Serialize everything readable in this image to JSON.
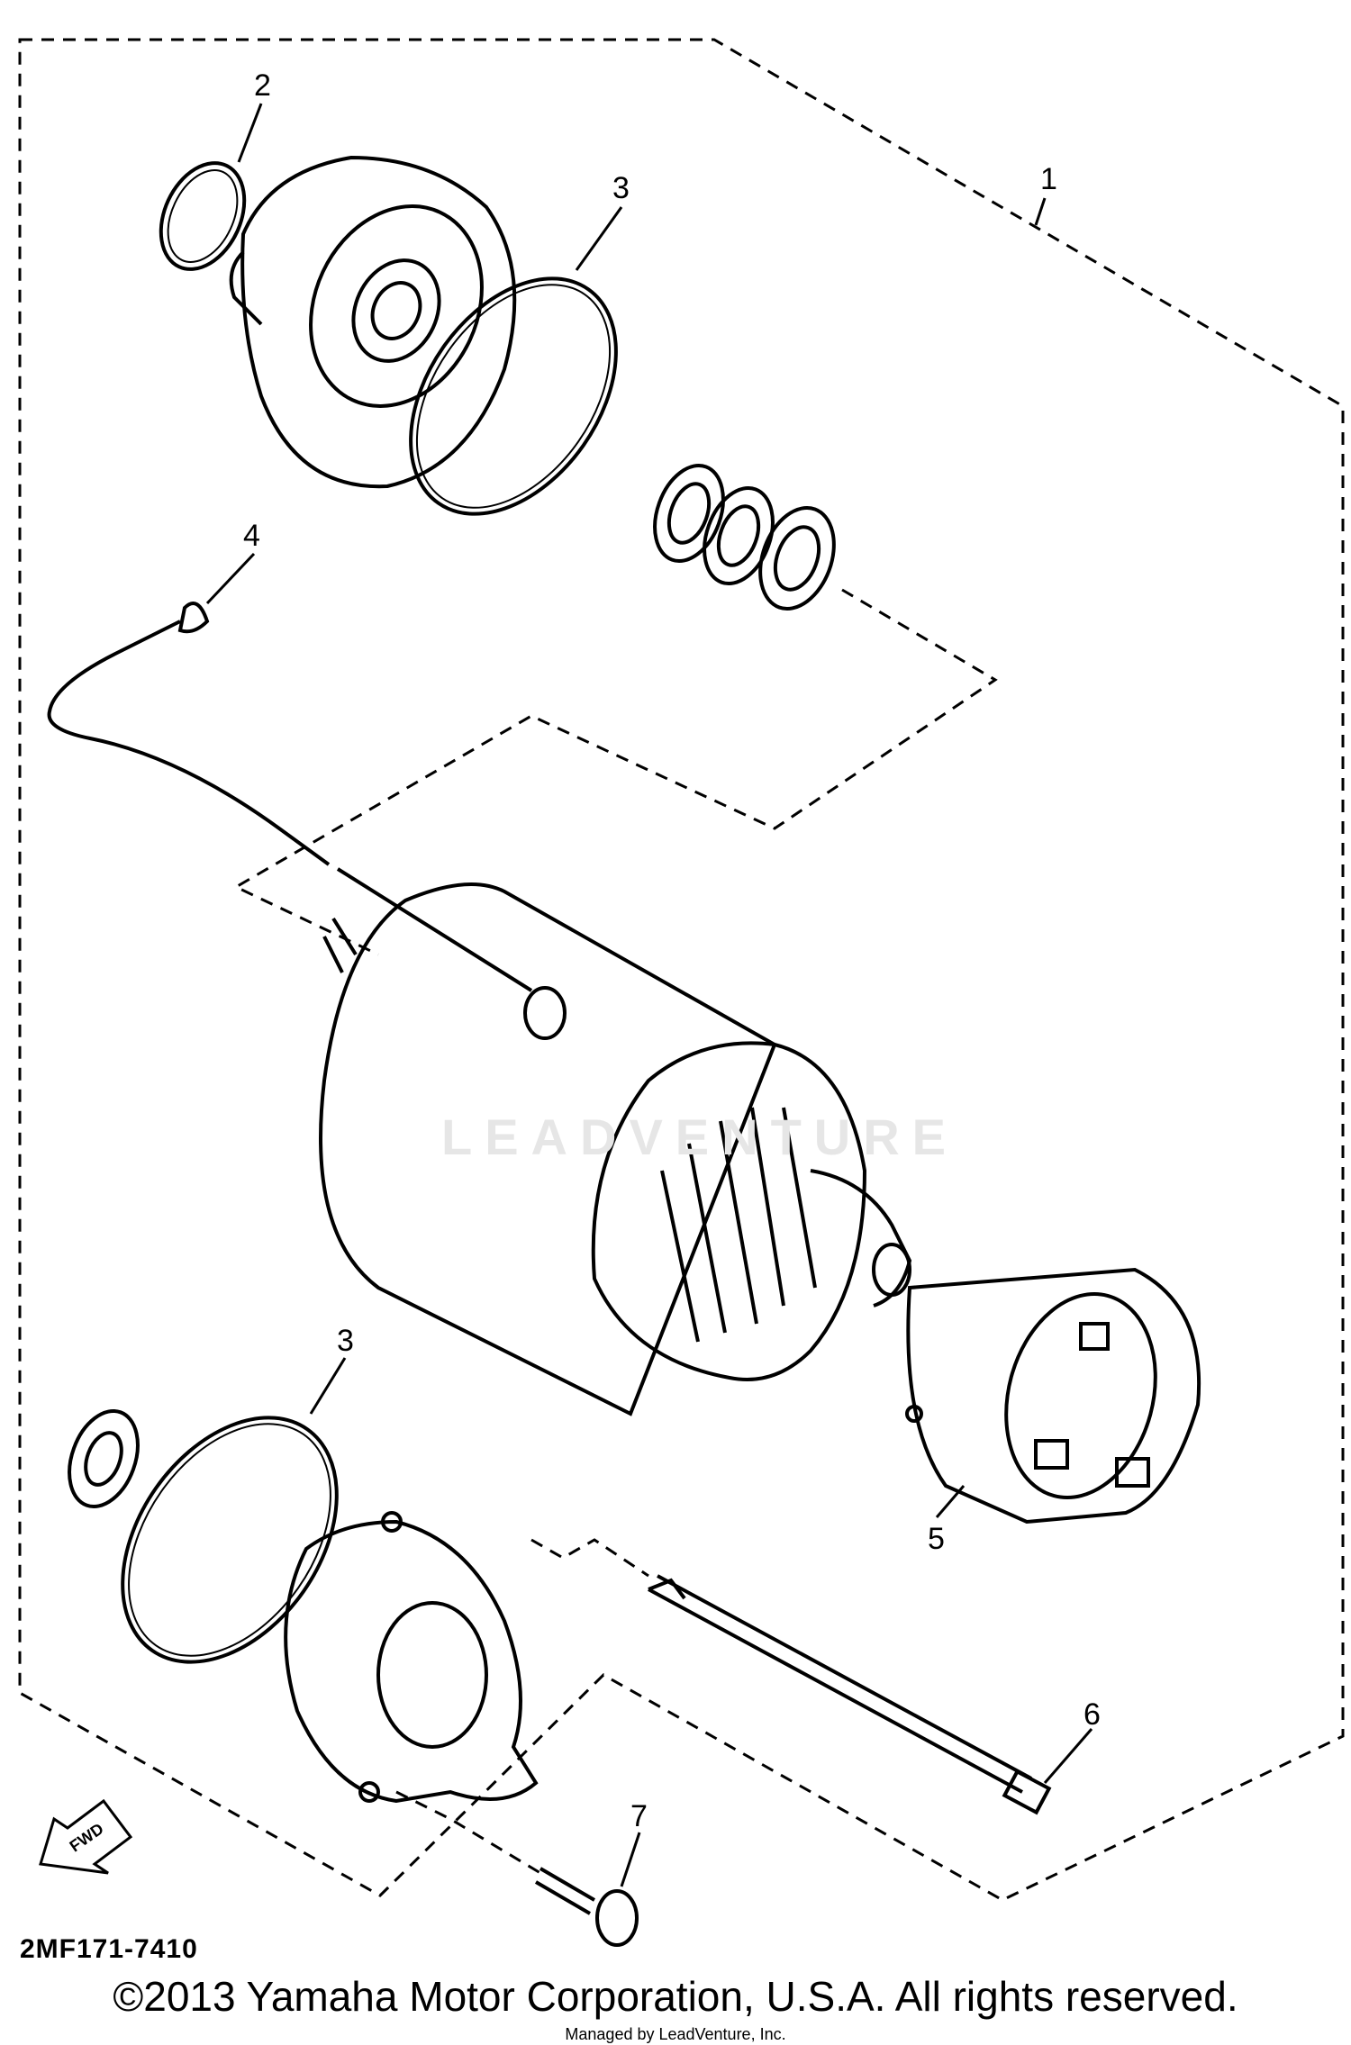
{
  "diagram": {
    "callouts": [
      "1",
      "2",
      "3",
      "3",
      "4",
      "5",
      "6",
      "7"
    ],
    "part_code": "2MF171-7410",
    "copyright": "©2013 Yamaha Motor Corporation, U.S.A. All rights reserved.",
    "managed_by": "Managed by LeadVenture, Inc.",
    "watermark": "LEADVENTURE",
    "fwd_label": "FWD"
  }
}
